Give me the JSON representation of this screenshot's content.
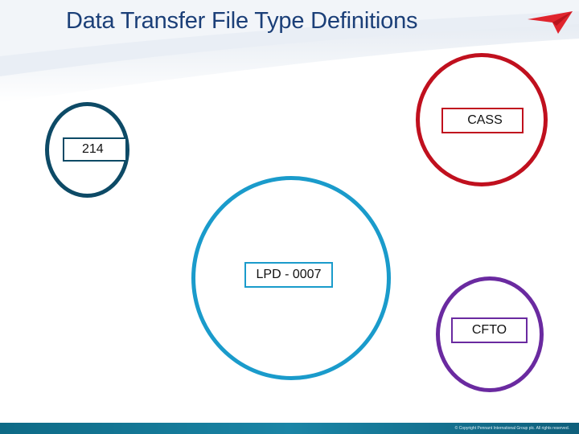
{
  "slide": {
    "title": "Data Transfer File Type Definitions",
    "copyright": "© Copyright Pennant International Group plc. All rights reserved."
  },
  "nodes": [
    {
      "id": "n214",
      "label": "214",
      "color": "#0d4a66"
    },
    {
      "id": "ncass",
      "label": "CASS",
      "color": "#c0101e"
    },
    {
      "id": "nlpd",
      "label": "LPD - 0007",
      "color": "#1a9bcb"
    },
    {
      "id": "ncfto",
      "label": "CFTO",
      "color": "#6a2aa0"
    }
  ],
  "colors": {
    "title": "#1b3f78",
    "logo": "#e0242d",
    "footer": "#13789a"
  }
}
